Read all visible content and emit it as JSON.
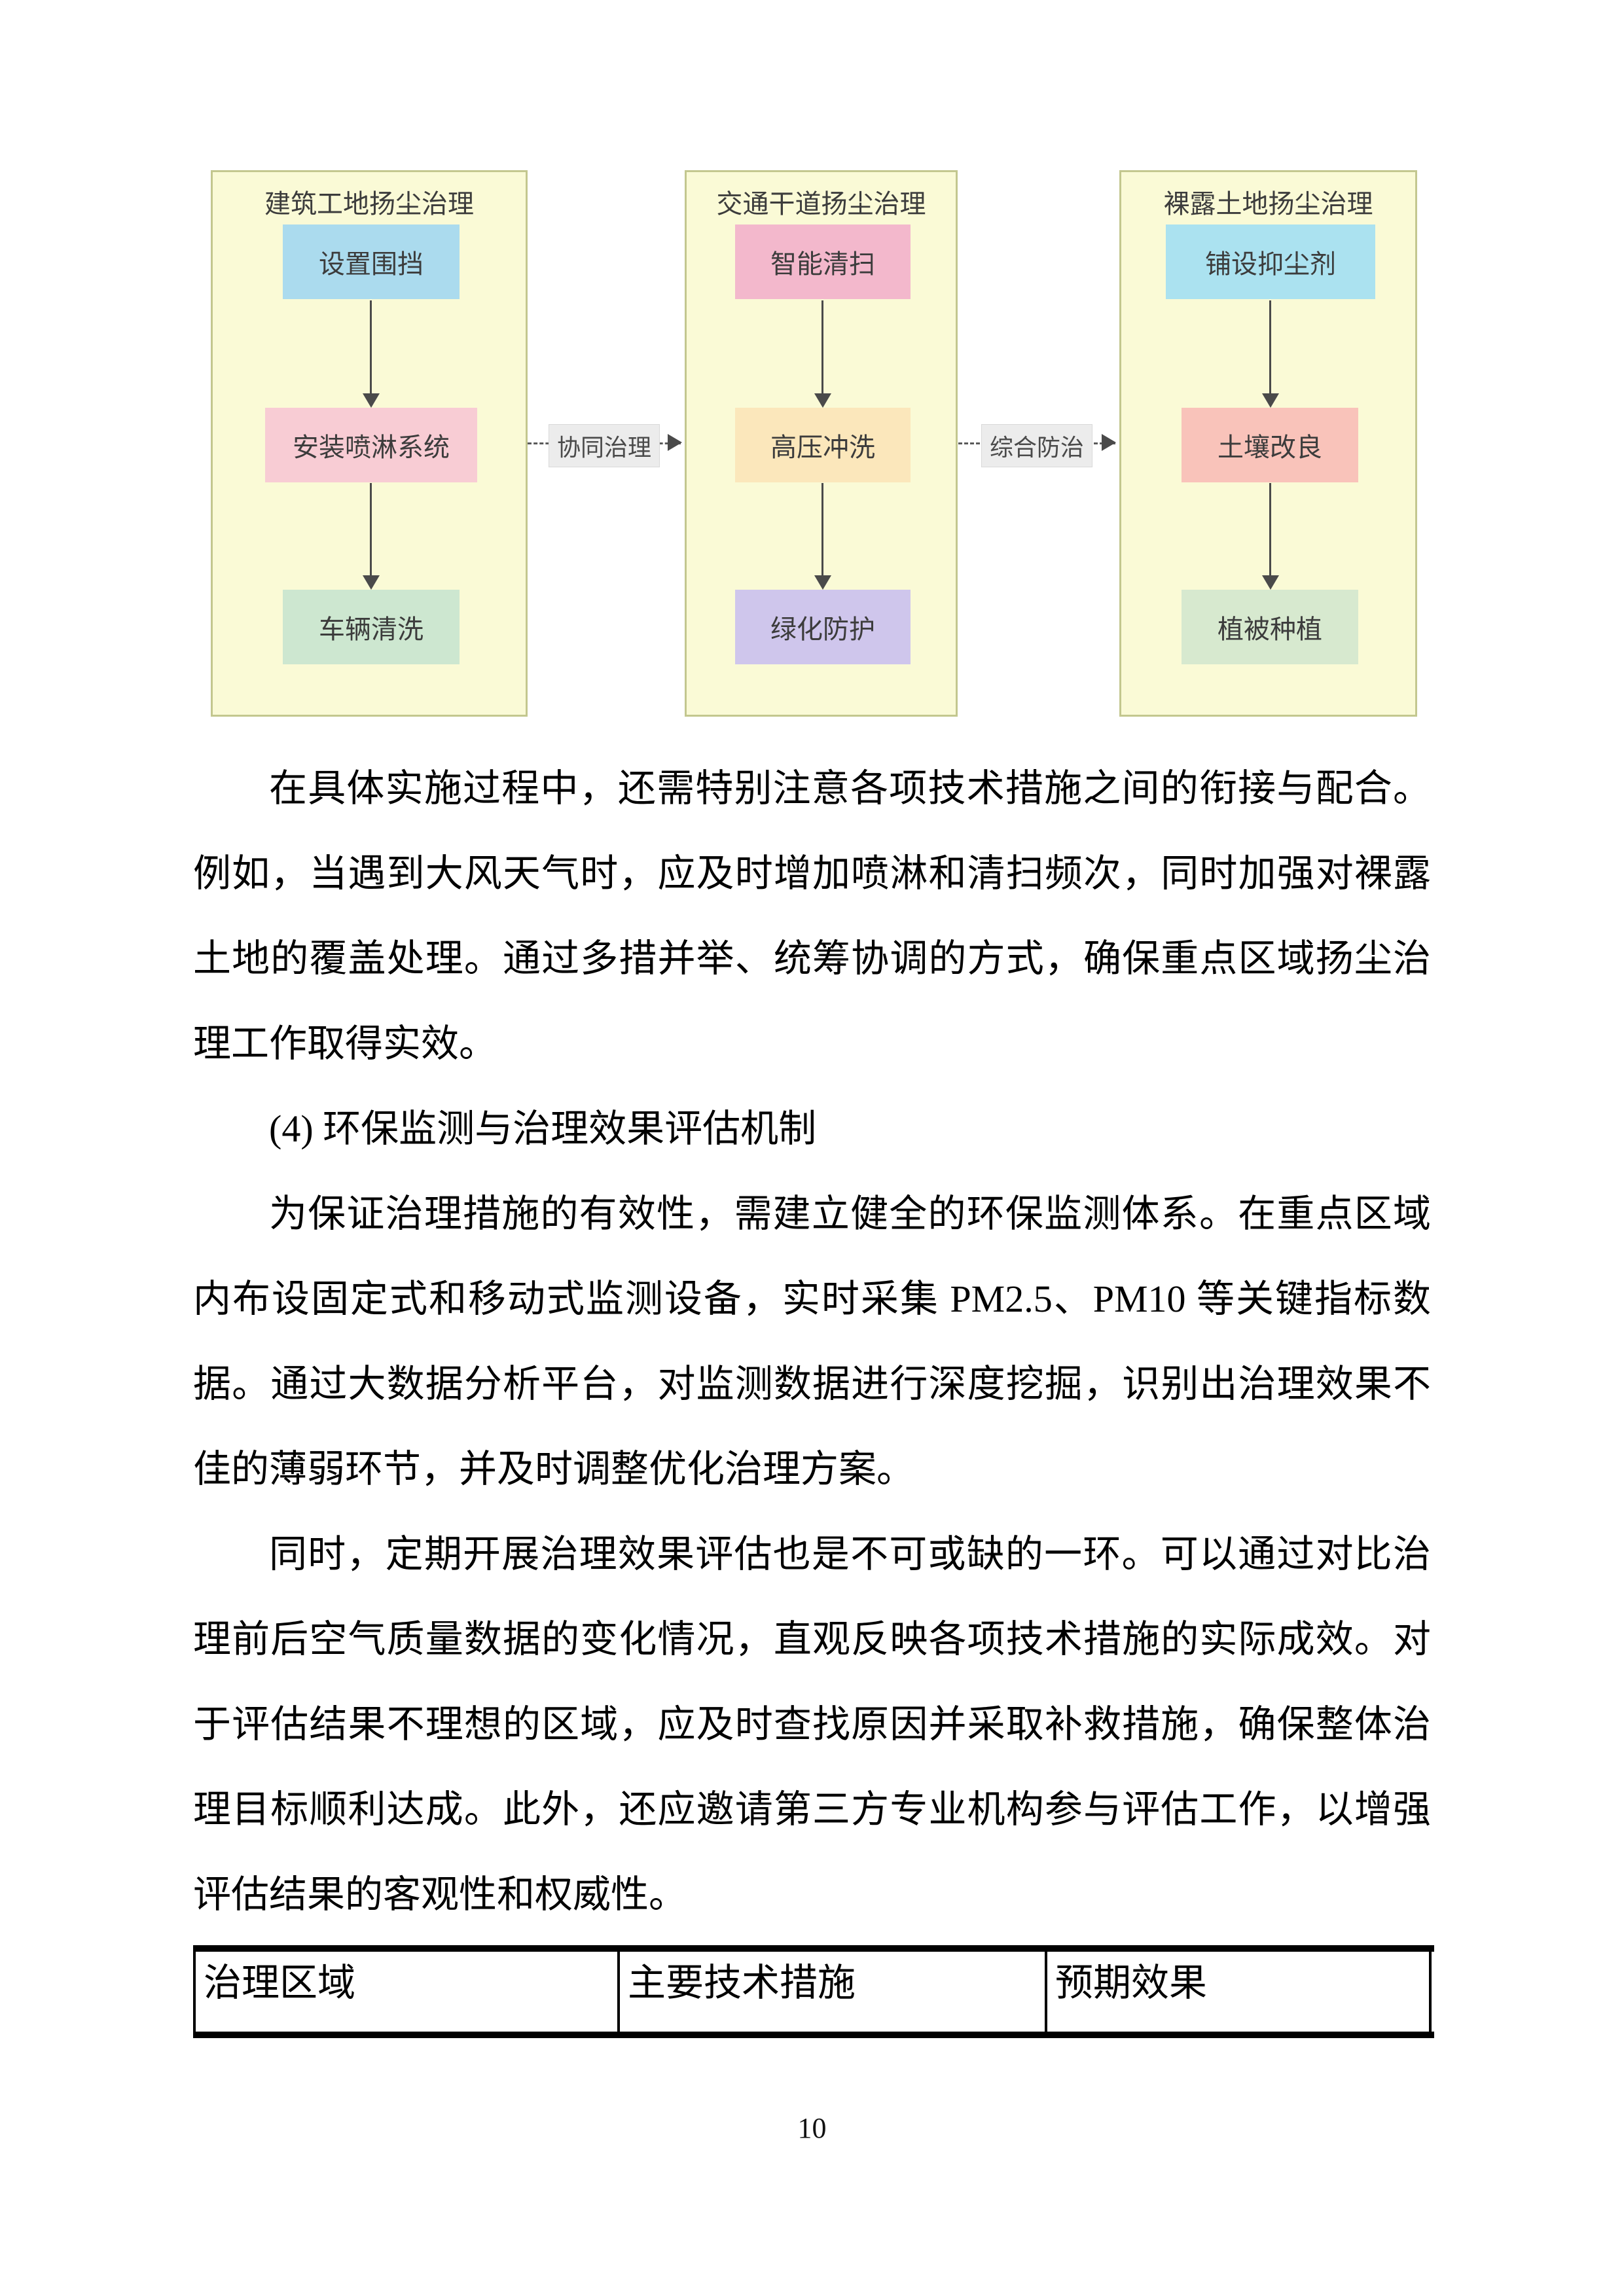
{
  "doc": {
    "heading": "(4) 环保监测与治理效果评估机制",
    "paragraphs": [
      "在具体实施过程中，还需特别注意各项技术措施之间的衔接与配合。例如，当遇到大风天气时，应及时增加喷淋和清扫频次，同时加强对裸露土地的覆盖处理。通过多措并举、统筹协调的方式，确保重点区域扬尘治理工作取得实效。",
      "为保证治理措施的有效性，需建立健全的环保监测体系。在重点区域内布设固定式和移动式监测设备，实时采集 PM2.5、PM10 等关键指标数据。通过大数据分析平台，对监测数据进行深度挖掘，识别出治理效果不佳的薄弱环节，并及时调整优化治理方案。",
      "同时，定期开展治理效果评估也是不可或缺的一环。可以通过对比治理前后空气质量数据的变化情况，直观反映各项技术措施的实际成效。对于评估结果不理想的区域，应及时查找原因并采取补救措施，确保整体治理目标顺利达成。此外，还应邀请第三方专业机构参与评估工作，以增强评估结果的客观性和权威性。"
    ],
    "page_number": "10"
  },
  "diagram": {
    "panels": [
      {
        "title": "建筑工地扬尘治理",
        "boxes": [
          {
            "label": "设置围挡",
            "bg": "#abdbee"
          },
          {
            "label": "安装喷淋系统",
            "bg": "#f8ccd4"
          },
          {
            "label": "车辆清洗",
            "bg": "#cde7d0"
          }
        ]
      },
      {
        "title": "交通干道扬尘治理",
        "boxes": [
          {
            "label": "智能清扫",
            "bg": "#f3b8cc"
          },
          {
            "label": "高压冲洗",
            "bg": "#fbe7bb"
          },
          {
            "label": "绿化防护",
            "bg": "#cfc6ec"
          }
        ]
      },
      {
        "title": "裸露土地扬尘治理",
        "boxes": [
          {
            "label": "铺设抑尘剂",
            "bg": "#abe2f0"
          },
          {
            "label": "土壤改良",
            "bg": "#f9c3ba"
          },
          {
            "label": "植被种植",
            "bg": "#d7e9cf"
          }
        ]
      }
    ],
    "connectors": [
      {
        "label": "协同治理"
      },
      {
        "label": "综合防治"
      }
    ],
    "colors": {
      "panel_bg": "#fafad6",
      "panel_border": "#c3c78f",
      "label_bg": "#ececec",
      "arrow": "#4a4a4a",
      "box_text": "#3c3c3c"
    }
  },
  "table": {
    "headers": [
      "治理区域",
      "主要技术措施",
      "预期效果"
    ]
  }
}
